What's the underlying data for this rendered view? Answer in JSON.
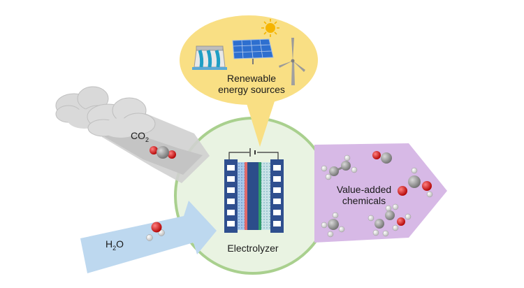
{
  "labels": {
    "renewable_line1": "Renewable",
    "renewable_line2": "energy sources",
    "co2_main": "CO",
    "co2_sub": "2",
    "h2o_h": "H",
    "h2o_sub": "2",
    "h2o_o": "O",
    "electrolyzer": "Electrolyzer",
    "value_line1": "Value-added",
    "value_line2": "chemicals"
  },
  "icons": {
    "renewables": [
      "hydro-dam-icon",
      "solar-panel-icon",
      "sun-icon",
      "wind-turbine-icon"
    ],
    "inputs": [
      "cloud-icon",
      "co2-molecule-icon",
      "h2o-molecule-icon"
    ],
    "products": [
      "ethylene-molecule-icon",
      "co-molecule-icon",
      "formic-acid-molecule-icon",
      "methane-molecule-icon",
      "ethanol-molecule-icon"
    ]
  },
  "colors": {
    "renewable_bubble": "#f9df84",
    "co2_arrow": "#d4d4d4",
    "h2o_arrow": "#bdd8ef",
    "product_arrow": "#d7b9e6",
    "circle_border": "#a9d08e",
    "carbon": "#9a9a9a",
    "oxygen": "#e2201f",
    "hydrogen": "#f2f2f2",
    "electrolyzer_frame": "#2f4f8f"
  }
}
